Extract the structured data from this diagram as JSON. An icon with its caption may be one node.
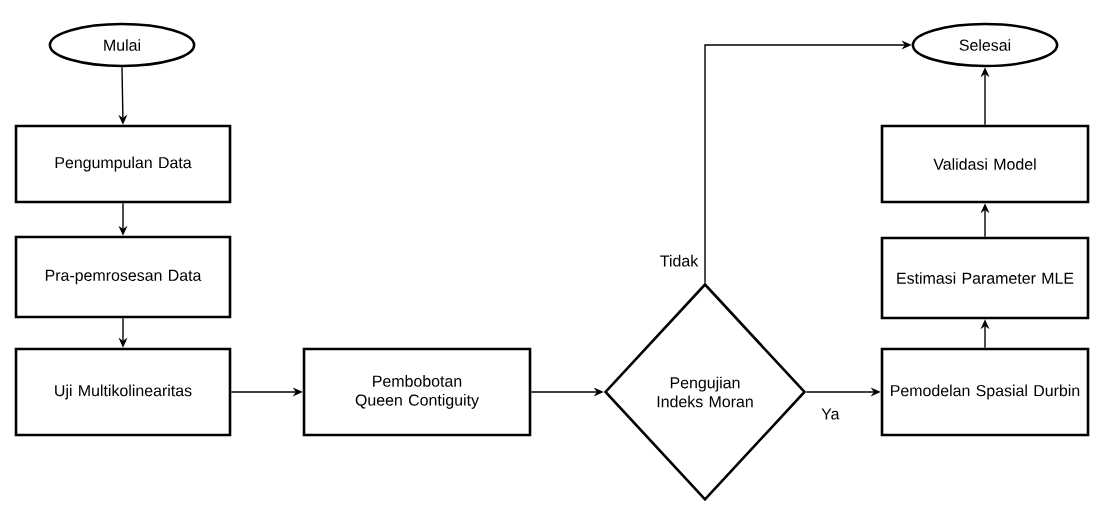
{
  "diagram": {
    "nodes": [
      {
        "text": [
          "Mulai"
        ]
      },
      {
        "text": [
          "Pengumpulan Data"
        ]
      },
      {
        "text": [
          "Pra-pemrosesan Data"
        ]
      },
      {
        "text": [
          "Uji Multikolinearitas"
        ]
      },
      {
        "text": [
          "Pembobotan Queen Contiguity"
        ]
      },
      {
        "text": [
          "Pengujian Indeks Moran"
        ]
      },
      {
        "text": [
          "Pemodelan Spasial Durbin"
        ]
      },
      {
        "text": [
          "Estimasi Parameter MLE"
        ]
      },
      {
        "text": [
          "Validasi Model"
        ]
      },
      {
        "text": [
          "Selesai"
        ]
      }
    ],
    "edges": [
      {
        "from": 0,
        "to": 1,
        "arrow": "to"
      },
      {
        "from": 1,
        "to": 2,
        "arrow": "to"
      },
      {
        "from": 2,
        "to": 3,
        "arrow": "to"
      },
      {
        "from": 3,
        "to": 4,
        "arrow": "to"
      },
      {
        "from": 4,
        "to": 5,
        "arrow": "to"
      },
      {
        "from": 5,
        "to": 6,
        "arrow": "to",
        "label": "Ya"
      },
      {
        "from": 5,
        "to": 9,
        "arrow": "to",
        "label": "Tidak"
      },
      {
        "from": 6,
        "to": 7,
        "arrow": "to"
      },
      {
        "from": 7,
        "to": 8,
        "arrow": "to"
      },
      {
        "from": 8,
        "to": 9,
        "arrow": "to"
      }
    ]
  }
}
